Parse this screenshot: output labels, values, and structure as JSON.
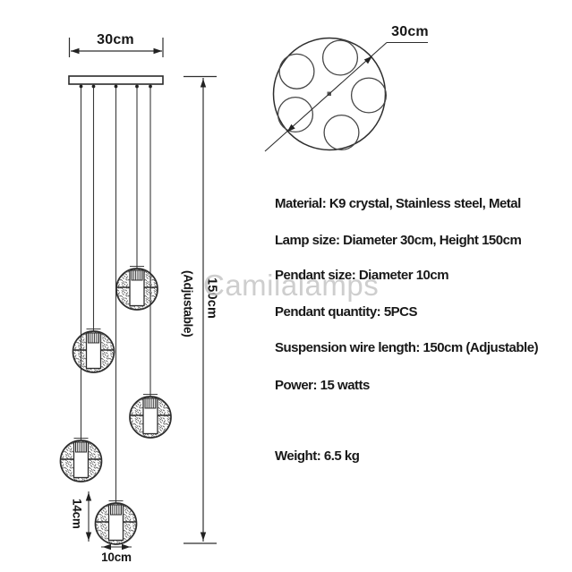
{
  "front_view": {
    "plate_width": "30cm",
    "height": "150cm",
    "height_note": "(Adjustable)",
    "pendant_spacing": "14cm",
    "pendant_diameter": "10cm"
  },
  "top_view": {
    "diameter": "30cm"
  },
  "specs": {
    "material": "Material: K9 crystal, Stainless steel, Metal",
    "lamp_size": "Lamp size: Diameter 30cm, Height 150cm",
    "pendant_size": "Pendant size: Diameter 10cm",
    "pendant_quantity": "Pendant quantity: 5PCS",
    "suspension": "Suspension wire length: 150cm (Adjustable)",
    "power": "Power: 15 watts",
    "weight": "Weight: 6.5 kg"
  },
  "watermark": "Camilalamps",
  "colors": {
    "line": "#2e2e2e",
    "text": "#181818",
    "watermark": "#c6c6c6",
    "background": "#ffffff"
  }
}
